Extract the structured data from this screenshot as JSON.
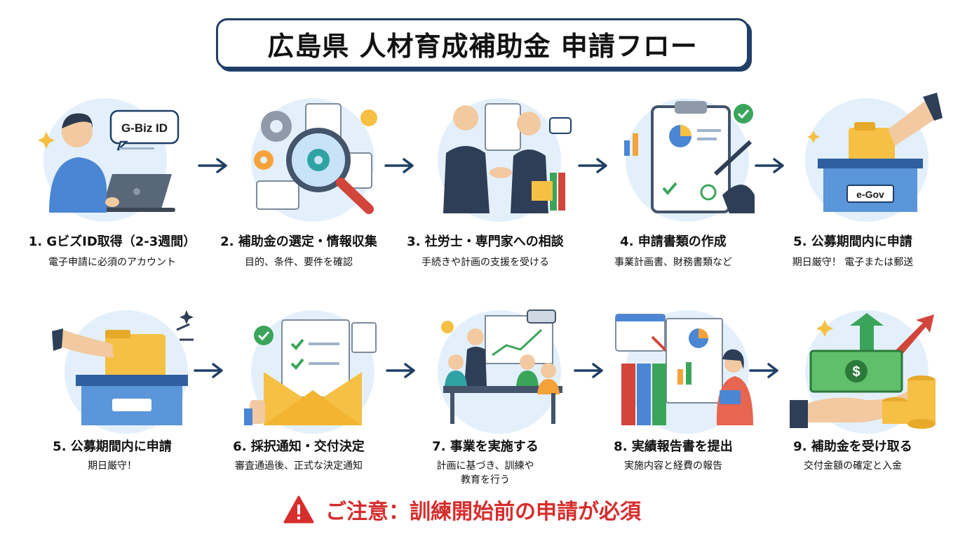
{
  "title": "広島県 人材育成補助金 申請フロー",
  "steps": [
    {
      "label": "1. GビズID取得（2-3週間）",
      "sub": "電子申請に必須のアカウント",
      "badge": "G-Biz ID"
    },
    {
      "label": "2. 補助金の選定・情報収集",
      "sub": "目的、条件、要件を確認"
    },
    {
      "label": "3. 社労士・専門家への相談",
      "sub": "手続きや計画の支援を受ける"
    },
    {
      "label": "4. 申請書類の作成",
      "sub": "事業計画書、財務書類など"
    },
    {
      "label": "5. 公募期間内に申請",
      "sub": "期日厳守！ 電子または郵送",
      "badge": "e-Gov"
    },
    {
      "label": "5. 公募期間内に申請",
      "sub": "期日厳守！"
    },
    {
      "label": "6. 採択通知・交付決定",
      "sub": "審査通過後、正式な決定通知"
    },
    {
      "label": "7. 事業を実施する",
      "sub1": "計画に基づき、訓練や",
      "sub2": "教育を行う"
    },
    {
      "label": "8. 実績報告書を提出",
      "sub": "実施内容と経費の報告"
    },
    {
      "label": "9. 補助金を受け取る",
      "sub": "交付金額の確定と入金",
      "badge": "$"
    }
  ],
  "warning": "ご注意：訓練開始前の申請が必須",
  "colors": {
    "navy": "#1f3f66",
    "blue": "#4a86d4",
    "lightblue": "#e3f0fb",
    "yellow": "#f6c044",
    "red": "#d62d2d",
    "green": "#3aa55a"
  }
}
